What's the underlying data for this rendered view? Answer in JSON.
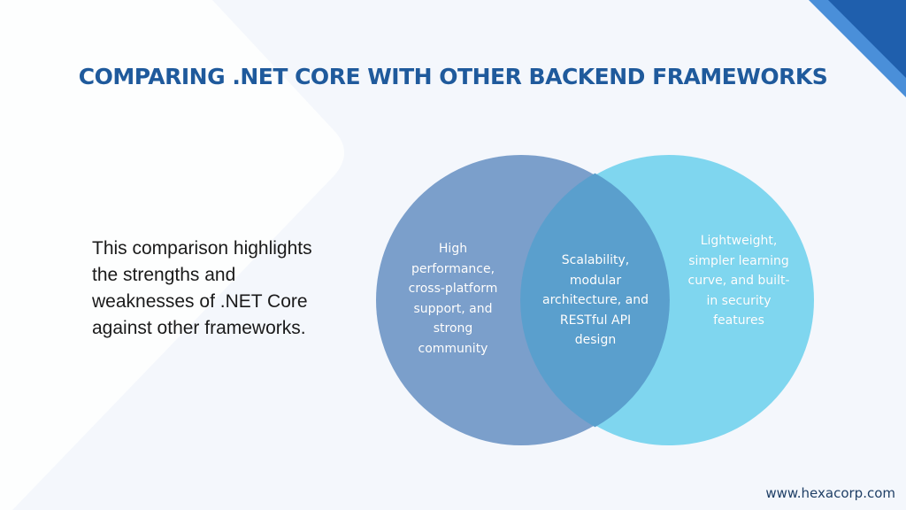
{
  "slide": {
    "title": "COMPARING .NET CORE WITH OTHER BACKEND FRAMEWORKS",
    "description": "This comparison highlights the strengths and weaknesses of .NET Core against other frameworks.",
    "footer": "www.hexacorp.com"
  },
  "venn": {
    "left": "High performance, cross-platform support, and strong community",
    "overlap": "Scalability, modular architecture, and RESTful API design",
    "right": "Lightweight, simpler learning curve, and built-in security features"
  },
  "colors": {
    "title": "#1f5a9c",
    "body_text": "#1a1a1a",
    "circle_left": "#7b9fcb",
    "circle_right": "#7fd6ef",
    "overlap": "#5a9fcd",
    "corner_dark": "#1f5fad",
    "corner_light": "#4a8fd9",
    "footer": "#1f3f66"
  }
}
